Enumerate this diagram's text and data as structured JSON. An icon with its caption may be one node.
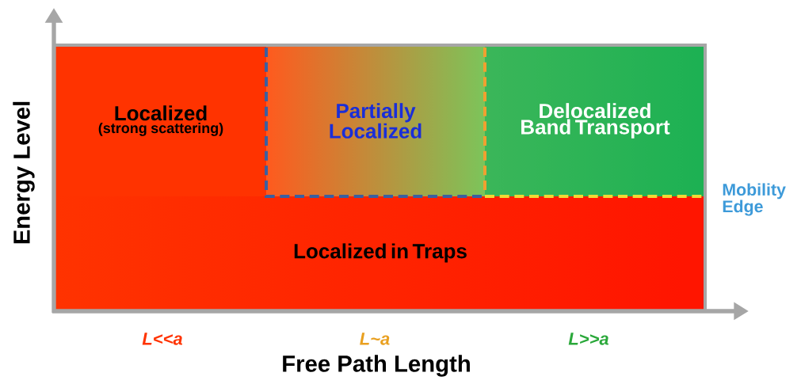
{
  "diagram": {
    "nodes": [
      {
        "text": [
          "Localized",
          "(strong scattering)"
        ]
      },
      {
        "text": [
          "Partially Localized"
        ]
      },
      {
        "text": [
          "Delocalized Band Transport"
        ]
      },
      {
        "text": [
          "Localized in Traps"
        ]
      }
    ],
    "labels": [
      "Mobility Edge",
      "Energy Level",
      "L<<a",
      "L~a",
      "L>>a",
      "Free Path Length"
    ]
  }
}
